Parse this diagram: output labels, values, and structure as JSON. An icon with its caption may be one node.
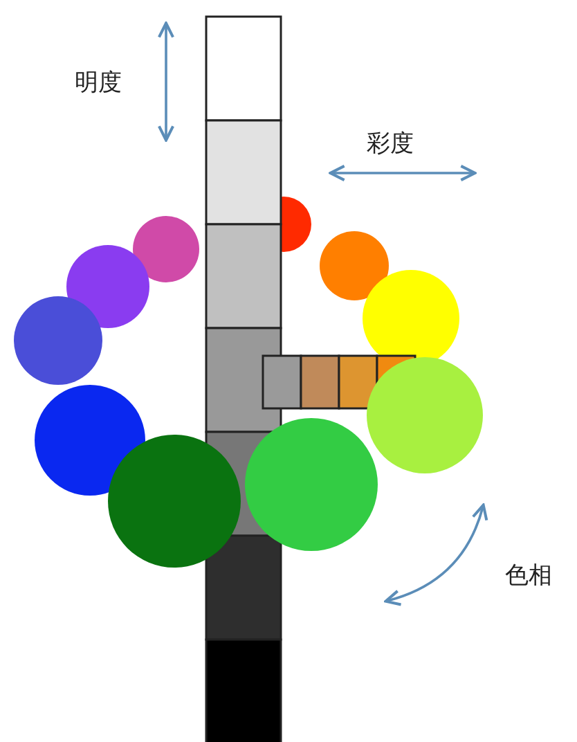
{
  "diagram": {
    "labels": [
      "明度",
      "彩度",
      "色相"
    ]
  }
}
